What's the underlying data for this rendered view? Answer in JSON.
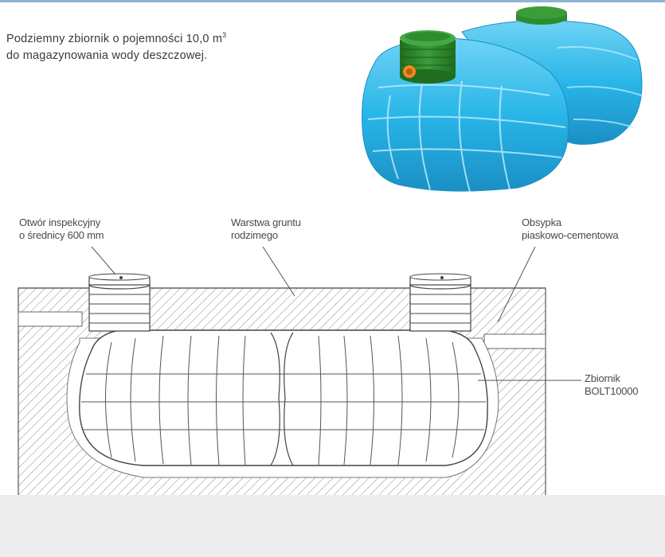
{
  "caption": {
    "line1_prefix": "Podziemny zbiornik o pojemności 10,0 m",
    "line1_sup": "3",
    "line2": "do magazynowania wody deszczowej."
  },
  "labels": {
    "inspection_line1": "Otwór inspekcyjny",
    "inspection_line2": "o średnicy 600 mm",
    "soil_line1": "Warstwa gruntu",
    "soil_line2": "rodzimego",
    "backfill_line1": "Obsypka",
    "backfill_line2": "piaskowo-cementowa",
    "tank_line1": "Zbiornik",
    "tank_line2": "BOLT10000"
  },
  "colors": {
    "tank_blue": "#29b6e8",
    "lid_green": "#2e8b2e",
    "outlet_orange": "#f08a1c",
    "hatch": "#8a8a8a",
    "bottom_bar": "#ededed"
  }
}
